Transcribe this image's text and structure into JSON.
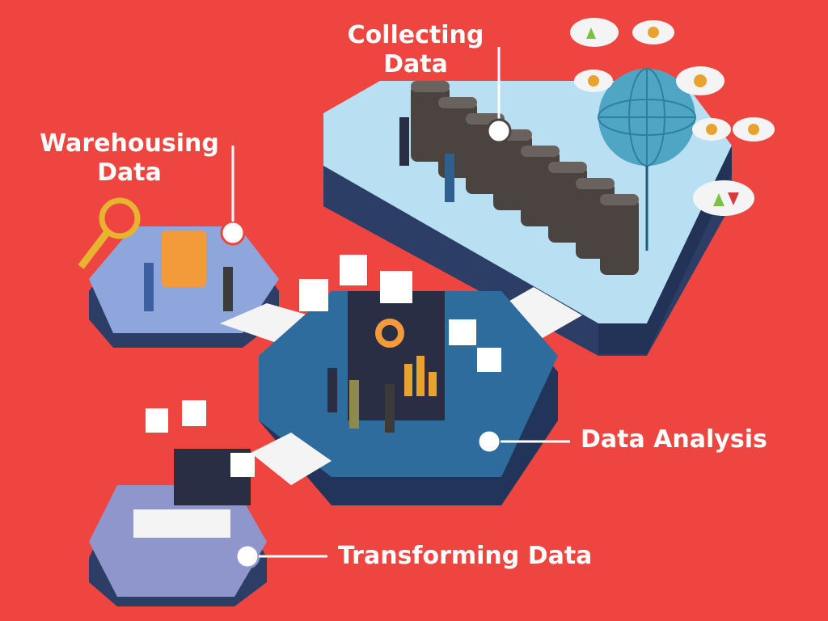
{
  "labels": {
    "collecting": {
      "line1": "Collecting",
      "line2": "Data"
    },
    "warehousing": {
      "line1": "Warehousing",
      "line2": "Data"
    },
    "analysis": "Data Analysis",
    "transforming": "Transforming Data"
  },
  "colors": {
    "background": "#EE4540",
    "platform_top_light": "#B9E0F2",
    "platform_side_dark": "#2C3E66",
    "platform_analysis": "#2E6C9E",
    "platform_warehouse": "#8FA6DC",
    "platform_transform": "#8E96CC",
    "server": "#4A4340",
    "globe": "#4FA6C4"
  }
}
